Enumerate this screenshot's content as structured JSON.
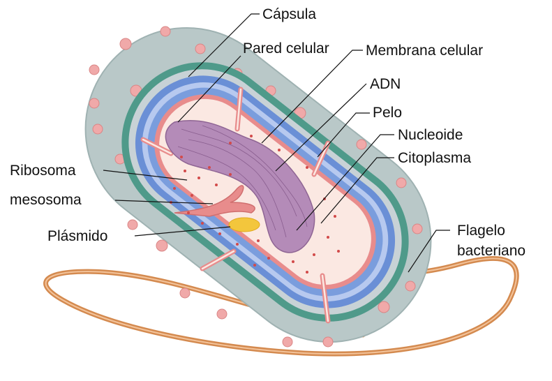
{
  "labels": {
    "capsula": "Cápsula",
    "pared_celular": "Pared celular",
    "membrana_celular": "Membrana celular",
    "adn": "ADN",
    "pelo": "Pelo",
    "nucleoide": "Nucleoide",
    "citoplasma": "Citoplasma",
    "ribosoma": "Ribosoma",
    "mesosoma": "mesosoma",
    "plasmido": "Plásmido",
    "flagelo_line1": "Flagelo",
    "flagelo_line2": "bacteriano"
  },
  "colors": {
    "capsule": "#b9c8c8",
    "capsule_edge": "#9fb2b2",
    "wall_green": "#4f9a8a",
    "membrane_blue": "#6a8fd6",
    "membrane_light": "#b7c9ef",
    "cytoplasm": "#fbe8e2",
    "pink_structure": "#e88c8c",
    "nucleoid": "#b48bb8",
    "plasmid": "#f3c63c",
    "flagellum": "#d48a4f",
    "pili_knob": "#f0a9a9",
    "ribosome_dot": "#d24a4a"
  },
  "icons": {
    "cell": "bacterium-illustration"
  }
}
